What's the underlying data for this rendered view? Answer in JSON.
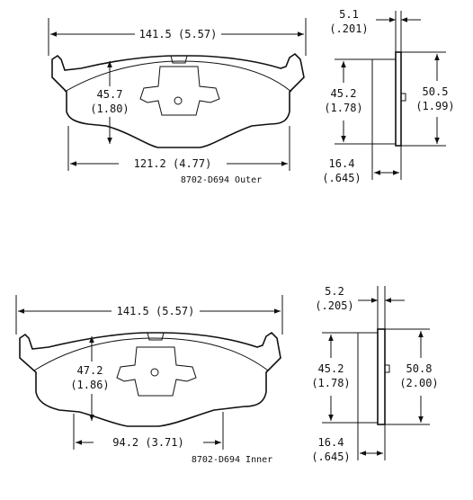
{
  "outer": {
    "width_top": "141.5 (5.57)",
    "width_bottom": "121.2 (4.77)",
    "height_mm": "45.7",
    "height_in": "(1.80)",
    "caption": "8702-D694 Outer",
    "side": {
      "thk_mm": "5.1",
      "thk_in": "(.201)",
      "h_inner_mm": "45.2",
      "h_inner_in": "(1.78)",
      "h_outer_mm": "50.5",
      "h_outer_in": "(1.99)",
      "base_mm": "16.4",
      "base_in": "(.645)"
    }
  },
  "inner": {
    "width_top": "141.5 (5.57)",
    "width_bottom": "94.2 (3.71)",
    "height_mm": "47.2",
    "height_in": "(1.86)",
    "caption": "8702-D694 Inner",
    "side": {
      "thk_mm": "5.2",
      "thk_in": "(.205)",
      "h_inner_mm": "45.2",
      "h_inner_in": "(1.78)",
      "h_outer_mm": "50.8",
      "h_outer_in": "(2.00)",
      "base_mm": "16.4",
      "base_in": "(.645)"
    }
  }
}
